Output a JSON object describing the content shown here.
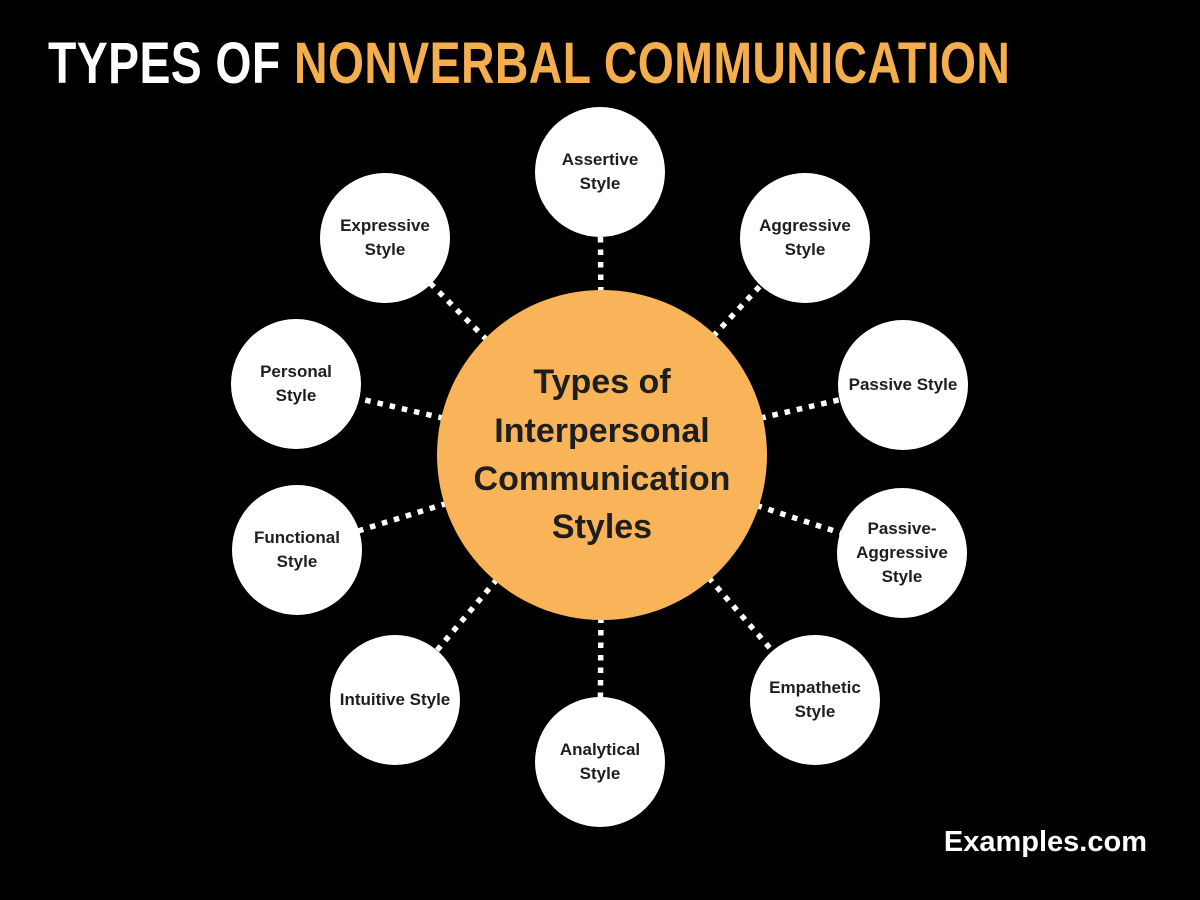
{
  "title": {
    "part1": "TYPES OF",
    "part2": "NONVERBAL COMMUNICATION"
  },
  "diagram": {
    "center": {
      "label": "Types of\nInterpersonal\nCommunication\nStyles"
    },
    "nodes": [
      {
        "id": "assertive-style",
        "label": "Assertive\nStyle"
      },
      {
        "id": "aggressive-style",
        "label": "Aggressive\nStyle"
      },
      {
        "id": "passive-style",
        "label": "Passive Style"
      },
      {
        "id": "passive-aggressive-style",
        "label": "Passive-\nAggressive\nStyle"
      },
      {
        "id": "empathetic-style",
        "label": "Empathetic\nStyle"
      },
      {
        "id": "analytical-style",
        "label": "Analytical\nStyle"
      },
      {
        "id": "intuitive-style",
        "label": "Intuitive Style"
      },
      {
        "id": "functional-style",
        "label": "Functional\nStyle"
      },
      {
        "id": "personal-style",
        "label": "Personal\nStyle"
      },
      {
        "id": "expressive-style",
        "label": "Expressive\nStyle"
      }
    ]
  },
  "watermark": "Examples.com",
  "colors": {
    "bg": "#000000",
    "center_fill": "#f9b45a",
    "node_fill": "#ffffff",
    "node_text": "#1e1e1e",
    "title_white": "#ffffff",
    "title_accent": "#f5ae4d",
    "connector": "#ffffff",
    "watermark": "#ffffff"
  }
}
